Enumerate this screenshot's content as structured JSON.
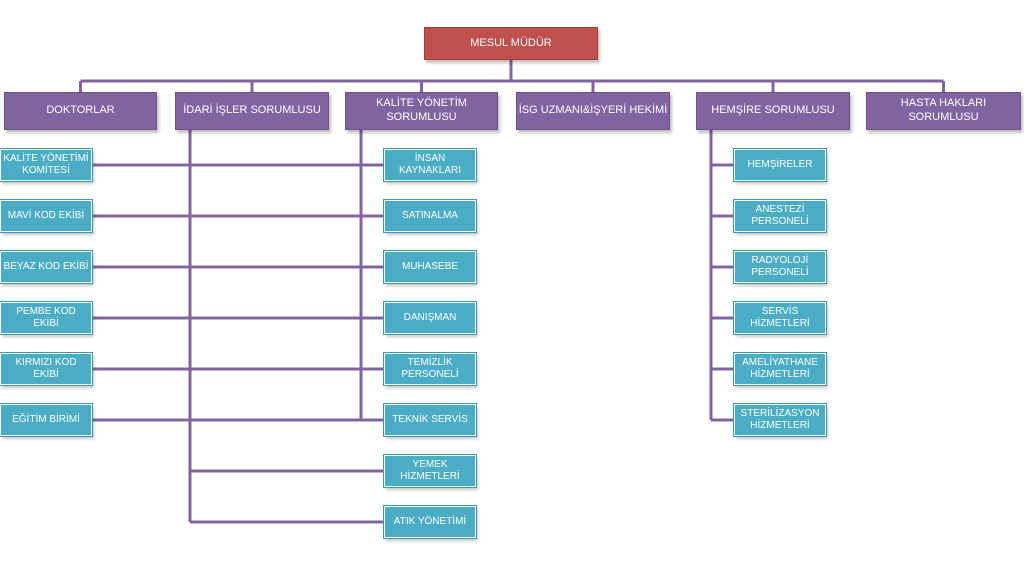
{
  "root": "MESUL MÜDÜR",
  "departments": [
    {
      "label": "DOKTORLAR",
      "children": []
    },
    {
      "label": "İDARİ İŞLER SORUMLUSU",
      "children": [
        "İNSAN KAYNAKLARI",
        "SATINALMA",
        "MUHASEBE",
        "DANIŞMAN",
        "TEMİZLİK PERSONELİ",
        "TEKNİK SERVİS",
        "YEMEK HİZMETLERİ",
        "ATIK YÖNETİMİ"
      ]
    },
    {
      "label": "KALİTE YÖNETİM SORUMLUSU",
      "children": [
        "KALİTE YÖNETİMİ KOMİTESİ",
        "MAVİ KOD EKİBİ",
        "BEYAZ KOD EKİBİ",
        "PEMBE KOD EKİBİ",
        "KIRMIZI KOD EKİBİ",
        "EĞİTİM BİRİMİ"
      ]
    },
    {
      "label": "İSG UZMANI&İŞYERİ HEKİMİ",
      "children": []
    },
    {
      "label": "HEMŞİRE SORUMLUSU",
      "children": [
        "HEMŞİRELER",
        "ANESTEZİ PERSONELİ",
        "RADYOLOJİ PERSONELİ",
        "SERVİS HİZMETLERİ",
        "AMELİYATHANE HİZMETLERİ",
        "STERİLİZASYON HİZMETLERİ"
      ]
    },
    {
      "label": "HASTA HAKLARI SORUMLUSU",
      "children": []
    }
  ],
  "colors": {
    "root": "#c0504d",
    "department": "#8064a2",
    "unit": "#4bacc6",
    "connector": "#8064a2"
  }
}
